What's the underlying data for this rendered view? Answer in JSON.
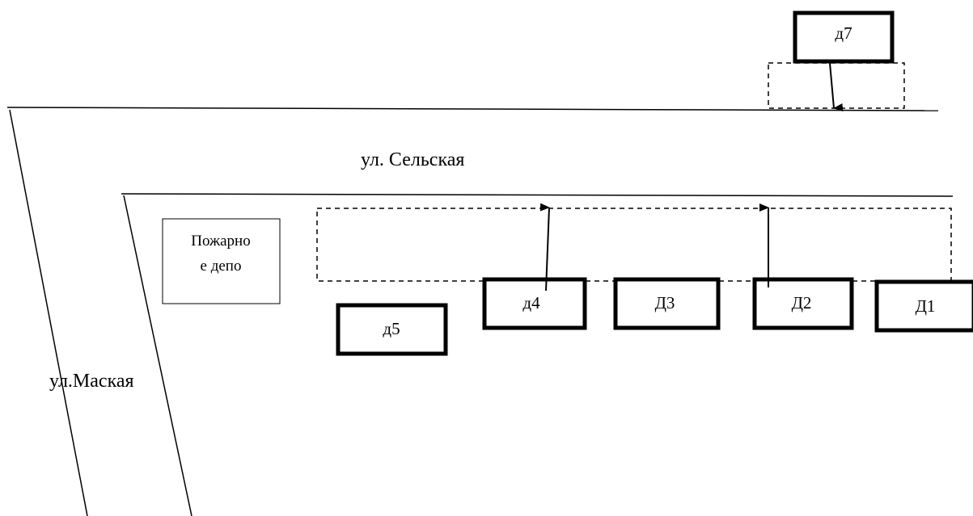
{
  "colors": {
    "line": "#000000",
    "background": "#ffffff"
  },
  "streets": {
    "selskaya": "ул. Сельская",
    "maskaya": "ул.Маская"
  },
  "fire_depot": {
    "line1": "Пожарно",
    "line2": "е депо"
  },
  "buildings": {
    "d7": "д7",
    "d5": "д5",
    "d4": "д4",
    "d3": "Д3",
    "d2": "Д2",
    "d1": "Д1"
  }
}
